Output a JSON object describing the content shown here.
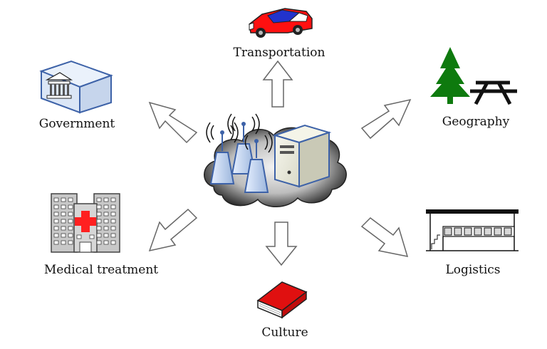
{
  "labels": {
    "transportation": "Transportation",
    "government": "Government",
    "geography": "Geography",
    "medical": "Medical treatment",
    "logistics": "Logistics",
    "culture": "Culture"
  },
  "colors": {
    "cloud_dark": "#3a3a3a",
    "cloud_light": "#f2f2f2",
    "tower": "#b9d0ee",
    "tower_stroke": "#3d62a8",
    "car_red": "#ff1010",
    "car_blue": "#2233cc",
    "tree_green": "#0e7a0e",
    "book_red": "#e01010",
    "cross_red": "#ff2020",
    "building_gray": "#c8c8c8"
  },
  "icons": [
    "cloud-server-icon",
    "car-icon",
    "government-building-icon",
    "tree-icon",
    "picnic-table-icon",
    "hospital-icon",
    "warehouse-icon",
    "book-icon"
  ]
}
